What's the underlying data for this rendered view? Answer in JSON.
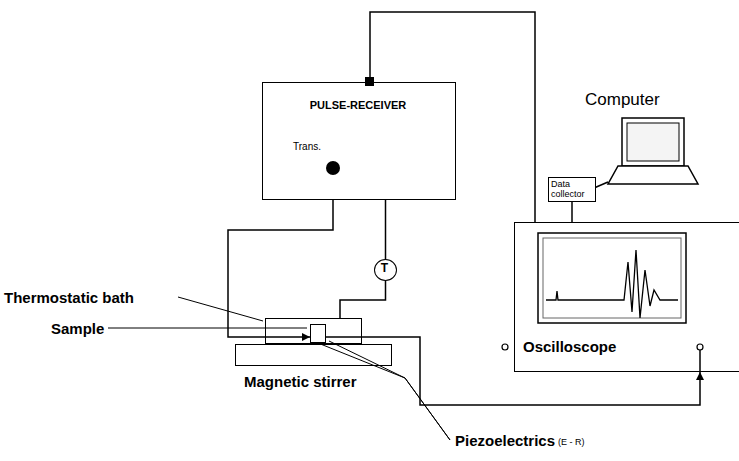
{
  "diagram": {
    "nodes": [
      {
        "text": [
          "PULSE-RECEIVER",
          "Trans."
        ]
      },
      {
        "text": [
          "Computer"
        ]
      },
      {
        "text": [
          "Data collector"
        ]
      },
      {
        "text": [
          "T"
        ]
      },
      {
        "text": [
          "Oscilloscope"
        ]
      },
      {
        "text": [
          "Thermostatic bath"
        ]
      },
      {
        "text": [
          "Sample"
        ],
        "in": 5
      },
      {
        "text": [
          "Magnetic stirrer"
        ]
      }
    ],
    "edges": [
      {
        "from": 0,
        "to": 6,
        "arrow": "to"
      },
      {
        "from": 0,
        "to": 4,
        "arrow": "none"
      },
      {
        "from": 6,
        "to": 4,
        "arrow": "to"
      },
      {
        "from": 3,
        "to": 5,
        "arrow": "none"
      },
      {
        "from": 3,
        "to": 0,
        "arrow": "none"
      },
      {
        "from": 2,
        "to": 4,
        "arrow": "none"
      }
    ],
    "labels": [
      "Piezoelectrics",
      "(E - R)"
    ]
  }
}
